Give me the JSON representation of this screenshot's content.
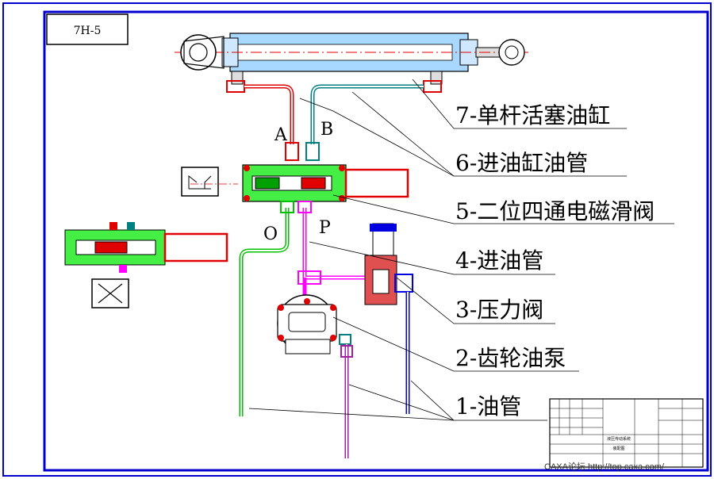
{
  "drawing": {
    "code": "7H-5",
    "watermark": "CAXA论坛 http://top.caxa.com/",
    "title_block": {
      "name_line1": "液压传动系统",
      "name_line2": "装配图"
    }
  },
  "ports": {
    "a": "A",
    "b": "B",
    "o": "O",
    "p": "P"
  },
  "callouts": [
    {
      "id": "7",
      "text": "7-单杆活塞油缸"
    },
    {
      "id": "6",
      "text": "6-进油缸油管"
    },
    {
      "id": "5",
      "text": "5-二位四通电磁滑阀"
    },
    {
      "id": "4",
      "text": "4-进油管"
    },
    {
      "id": "3",
      "text": "3-压力阀"
    },
    {
      "id": "2",
      "text": "2-齿轮油泵"
    },
    {
      "id": "1",
      "text": "1-油管"
    }
  ],
  "colors": {
    "frame": "#0000cc",
    "pipe_red": "#e00000",
    "pipe_teal": "#008080",
    "pipe_green": "#00c000",
    "pipe_magenta": "#ff00ff",
    "pipe_blue": "#0000e0",
    "pipe_purple": "#a020a0",
    "cylinder_fill": "#a8d8ff",
    "valve_fill": "#44ee44"
  }
}
